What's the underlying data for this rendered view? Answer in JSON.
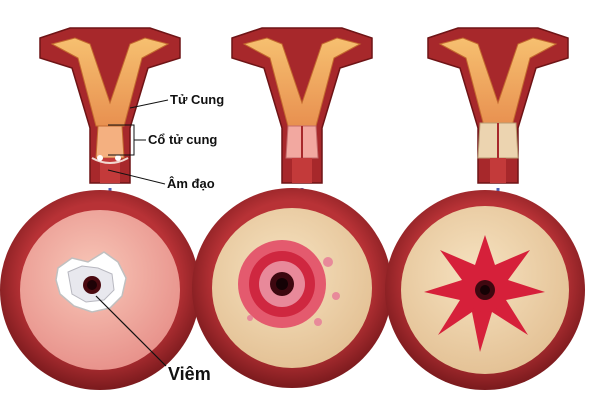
{
  "labels": {
    "uterus": "Tử Cung",
    "cervix": "Cổ tử cung",
    "vagina": "Âm đạo",
    "inflammation": "Viêm"
  },
  "colors": {
    "outer_wall": "#a7282b",
    "uterine_lining": "#f0a85a",
    "vaginal_canal": "#c33a3a",
    "pink_cervix": "#f0a8a0",
    "lesion_red": "#d6203a",
    "beige": "#f0d8b0",
    "arrow": "#4f5fb3"
  },
  "icons": [
    "down-arrow-icon",
    "down-arrow-icon",
    "down-arrow-icon"
  ]
}
